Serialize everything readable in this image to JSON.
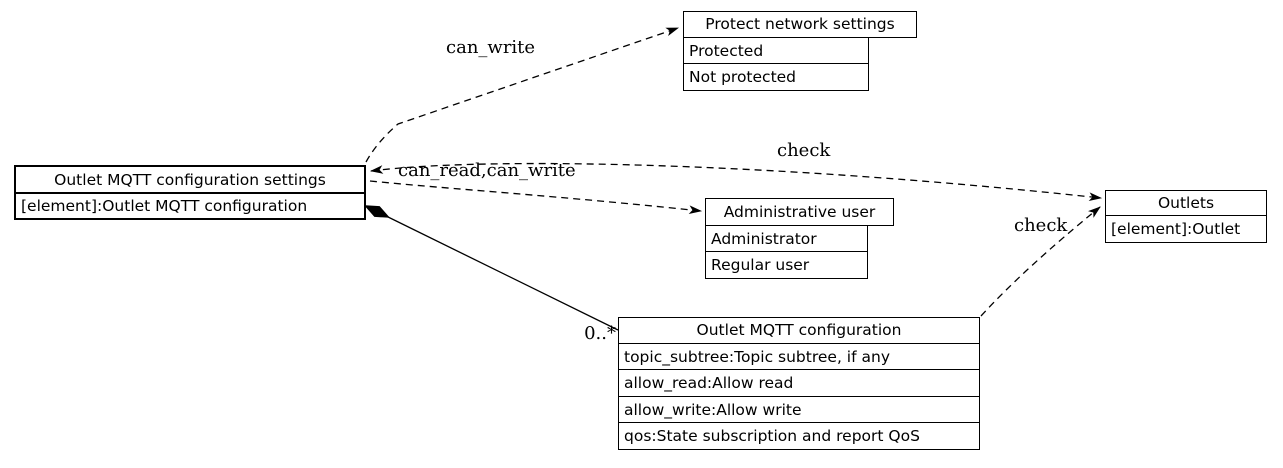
{
  "nodes": {
    "settings": {
      "title": "Outlet MQTT configuration settings",
      "rows": [
        "[element]:Outlet MQTT configuration"
      ]
    },
    "protect": {
      "title": "Protect network settings",
      "rows": [
        "Protected",
        "Not protected"
      ]
    },
    "admin_user": {
      "title": "Administrative user",
      "rows": [
        "Administrator",
        "Regular user"
      ]
    },
    "config": {
      "title": "Outlet MQTT configuration",
      "rows": [
        "topic_subtree:Topic subtree, if any",
        "allow_read:Allow read",
        "allow_write:Allow write",
        "qos:State subscription and report QoS"
      ]
    },
    "outlets": {
      "title": "Outlets",
      "rows": [
        "[element]:Outlet"
      ]
    }
  },
  "edges": {
    "can_write_label": "can_write",
    "can_read_can_write_label": "can_read,can_write",
    "check_settings_label": "check",
    "check_config_label": "check",
    "multiplicity_label": "0..*"
  },
  "colors": {
    "line": "#000000",
    "background": "#ffffff"
  }
}
